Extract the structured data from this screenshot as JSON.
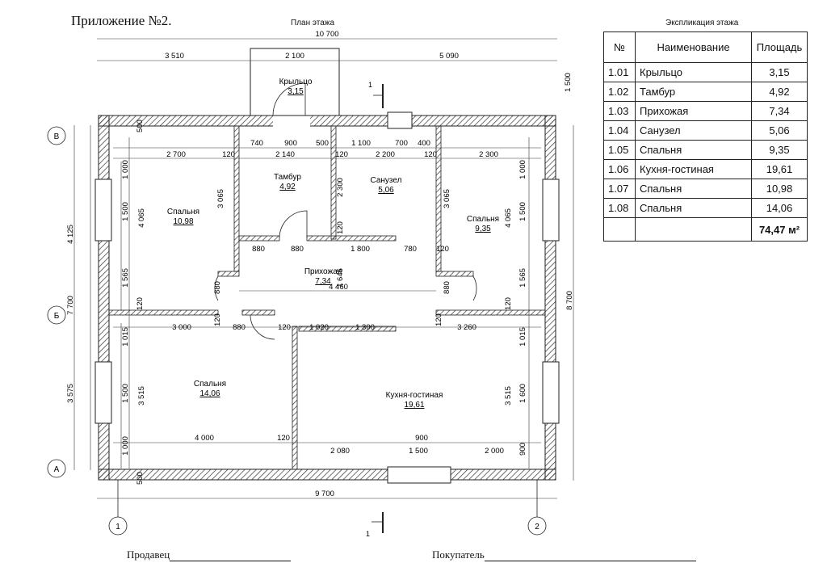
{
  "header": {
    "appendix": "Приложение №2.",
    "plan_title": "План этажа",
    "explication_title": "Экспликация этажа"
  },
  "explication": {
    "headers": [
      "№",
      "Наименование",
      "Площадь"
    ],
    "rows": [
      {
        "num": "1.01",
        "name": "Крыльцо",
        "area": "3,15"
      },
      {
        "num": "1.02",
        "name": "Тамбур",
        "area": "4,92"
      },
      {
        "num": "1.03",
        "name": "Прихожая",
        "area": "7,34"
      },
      {
        "num": "1.04",
        "name": "Санузел",
        "area": "5,06"
      },
      {
        "num": "1.05",
        "name": "Спальня",
        "area": "9,35"
      },
      {
        "num": "1.06",
        "name": "Кухня-гостиная",
        "area": "19,61"
      },
      {
        "num": "1.07",
        "name": "Спальня",
        "area": "10,98"
      },
      {
        "num": "1.08",
        "name": "Спальня",
        "area": "14,06"
      }
    ],
    "total": "74,47 м²"
  },
  "rooms": {
    "porch": {
      "name": "Крыльцо",
      "area": "3,15"
    },
    "vestibule": {
      "name": "Тамбур",
      "area": "4,92"
    },
    "bathroom": {
      "name": "Санузел",
      "area": "5,06"
    },
    "bedroom_nw": {
      "name": "Спальня",
      "area": "10,98"
    },
    "bedroom_ne": {
      "name": "Спальня",
      "area": "9,35"
    },
    "hallway": {
      "name": "Прихожая",
      "area": "7,34"
    },
    "bedroom_sw": {
      "name": "Спальня",
      "area": "14,06"
    },
    "kitchen": {
      "name": "Кухня-гостиная",
      "area": "19,61"
    }
  },
  "dimensions": {
    "top_total": "10 700",
    "top_left": "3 510",
    "top_mid": "2 100",
    "top_right": "5 090",
    "porch_depth": "1 500",
    "row1": [
      "740",
      "900",
      "500",
      "1 100",
      "700",
      "400"
    ],
    "row2": [
      "2 700",
      "120",
      "2 140",
      "120",
      "2 200",
      "120",
      "2 300"
    ],
    "hall_row": [
      "880",
      "880",
      "1 800",
      "780",
      "120"
    ],
    "hall_width": "4 460",
    "mid_row": [
      "3 000",
      "880",
      "120",
      "1 020",
      "1 300",
      "3 260"
    ],
    "bottom_row": [
      "4 000",
      "120",
      "2 080",
      "1 500",
      "2 000"
    ],
    "bottom_total": "9 700",
    "left_outer": [
      "4 125",
      "7 700",
      "3 575"
    ],
    "left_inner": [
      "1 000",
      "1 500",
      "1 565",
      "120",
      "1 015",
      "1 500",
      "1 000",
      "500",
      "500"
    ],
    "left_room": [
      "4 065",
      "3 515",
      "3 065"
    ],
    "right_outer": "8 700",
    "right_inner": [
      "1 000",
      "1 500",
      "1 565",
      "120",
      "1 015",
      "1 600",
      "900",
      "4 065",
      "3 515",
      "3 065"
    ],
    "mid_vert": [
      "2 300",
      "120",
      "1 645",
      "120",
      "880",
      "880",
      "120"
    ]
  },
  "axes": {
    "rows": [
      "В",
      "Б",
      "А"
    ],
    "cols": [
      "1",
      "2"
    ],
    "section": "1"
  },
  "signatures": {
    "seller": "Продавец",
    "buyer": "Покупатель"
  }
}
